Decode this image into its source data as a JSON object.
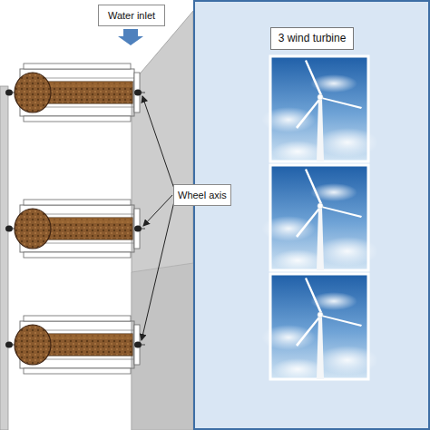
{
  "diagram": {
    "nodes": [
      {
        "text": [
          "Water inlet"
        ]
      },
      {
        "text": [
          "Wheel axis"
        ]
      },
      {
        "text": [
          "3 wind turbine"
        ]
      }
    ]
  }
}
